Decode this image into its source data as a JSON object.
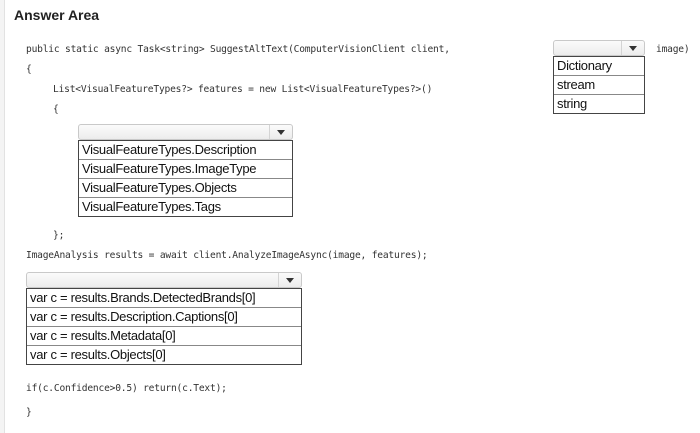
{
  "title": "Answer Area",
  "code": {
    "line1_prefix": "public static async Task<string> SuggestAltText(ComputerVisionClient client,",
    "line1_suffix": "image)",
    "line2": "{",
    "line3": "List<VisualFeatureTypes?> features = new List<VisualFeatureTypes?>()",
    "line4": "{",
    "line5": "};",
    "line6": "ImageAnalysis results = await client.AnalyzeImageAsync(image, features);",
    "line7": "if(c.Confidence>0.5) return(c.Text);",
    "line8": "}"
  },
  "dropdowns": {
    "param_type": {
      "selected": "",
      "options": [
        "Dictionary",
        "stream",
        "string"
      ]
    },
    "feature_types": {
      "selected": "",
      "options": [
        "VisualFeatureTypes.Description",
        "VisualFeatureTypes.ImageType",
        "VisualFeatureTypes.Objects",
        "VisualFeatureTypes.Tags"
      ]
    },
    "result_var": {
      "selected": "",
      "options": [
        "var c = results.Brands.DetectedBrands[0]",
        "var c = results.Description.Captions[0]",
        "var c = results.Metadata[0]",
        "var c = results.Objects[0]"
      ]
    }
  }
}
